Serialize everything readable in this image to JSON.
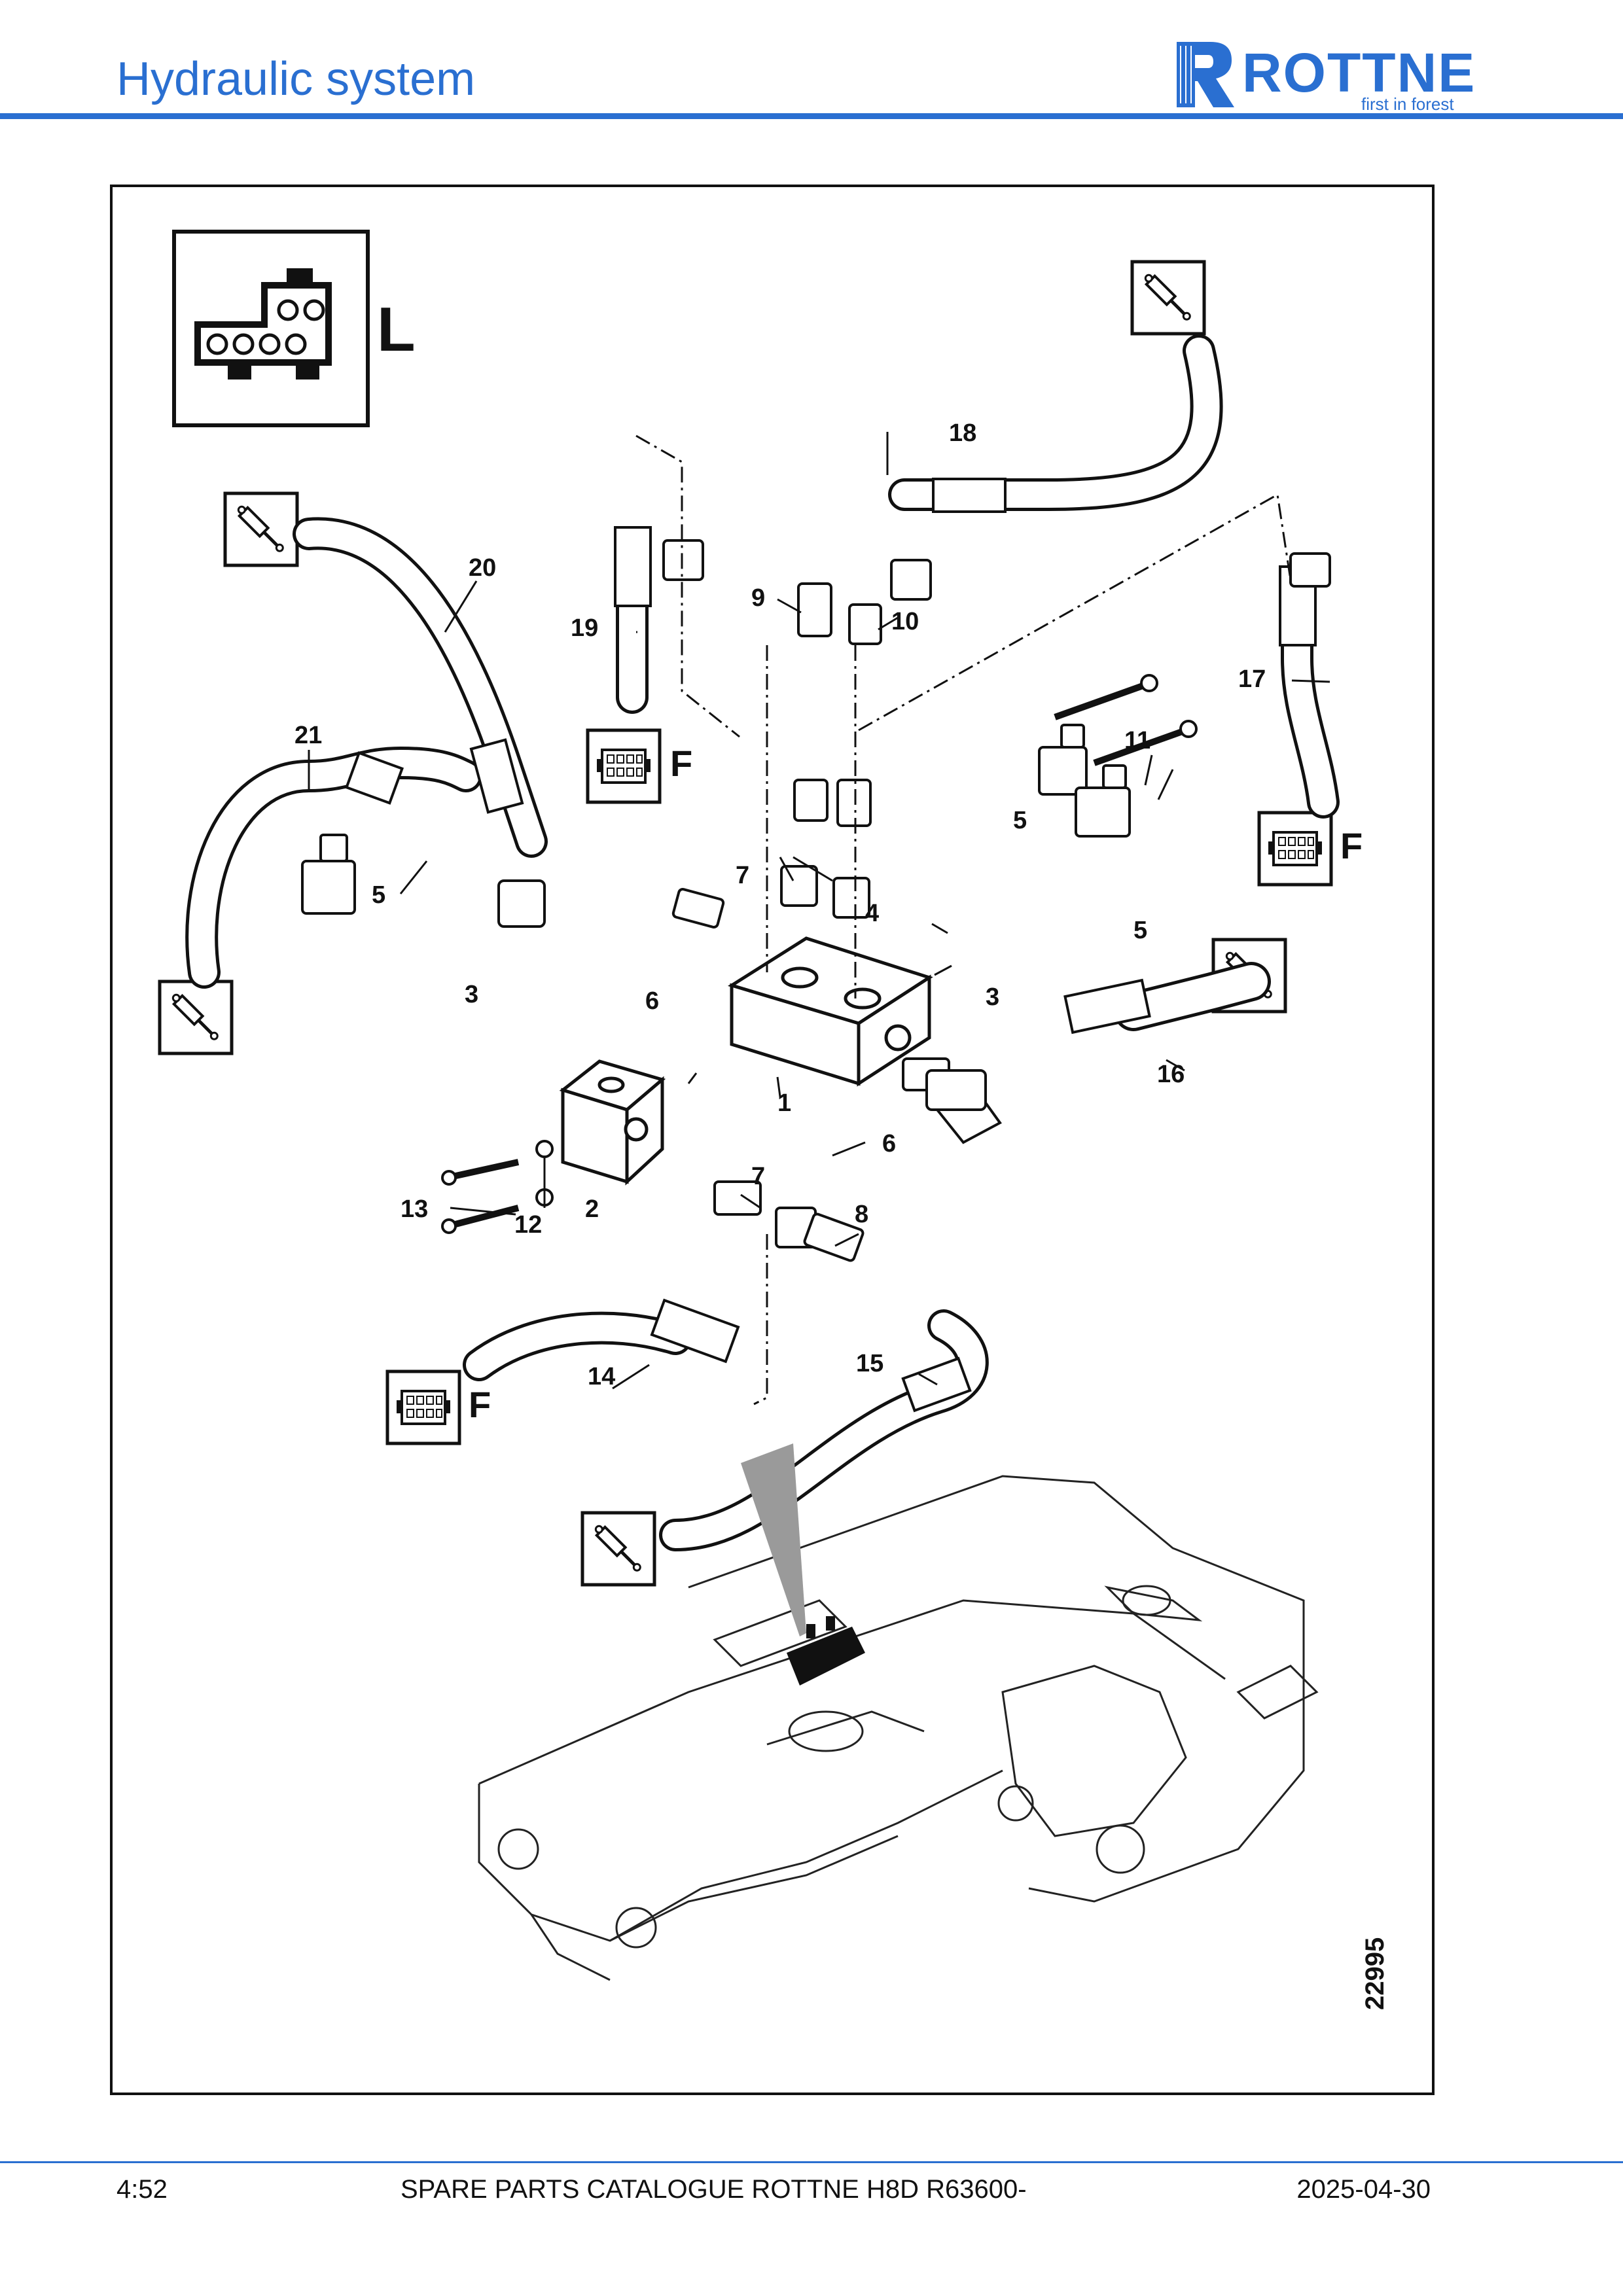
{
  "header": {
    "title": "Hydraulic system",
    "brand": "ROTTNE",
    "tagline": "first in forest"
  },
  "figure": {
    "drawing_number": "22995",
    "connector_codes": {
      "big": "L",
      "f1": "F",
      "f2": "F",
      "f3": "F"
    },
    "callouts": {
      "c1": "1",
      "c2": "2",
      "c3a": "3",
      "c3b": "3",
      "c4": "4",
      "c5a": "5",
      "c5b": "5",
      "c5c": "5",
      "c6a": "6",
      "c6b": "6",
      "c7a": "7",
      "c7b": "7",
      "c8": "8",
      "c9": "9",
      "c10": "10",
      "c11": "11",
      "c12": "12",
      "c13": "13",
      "c14": "14",
      "c15": "15",
      "c16": "16",
      "c17": "17",
      "c18": "18",
      "c19": "19",
      "c20": "20",
      "c21": "21"
    }
  },
  "footer": {
    "page": "4:52",
    "catalogue": "SPARE PARTS CATALOGUE ROTTNE H8D R63600-",
    "date": "2025-04-30"
  },
  "colors": {
    "accent": "#2a6fd1",
    "ink": "#111111"
  }
}
